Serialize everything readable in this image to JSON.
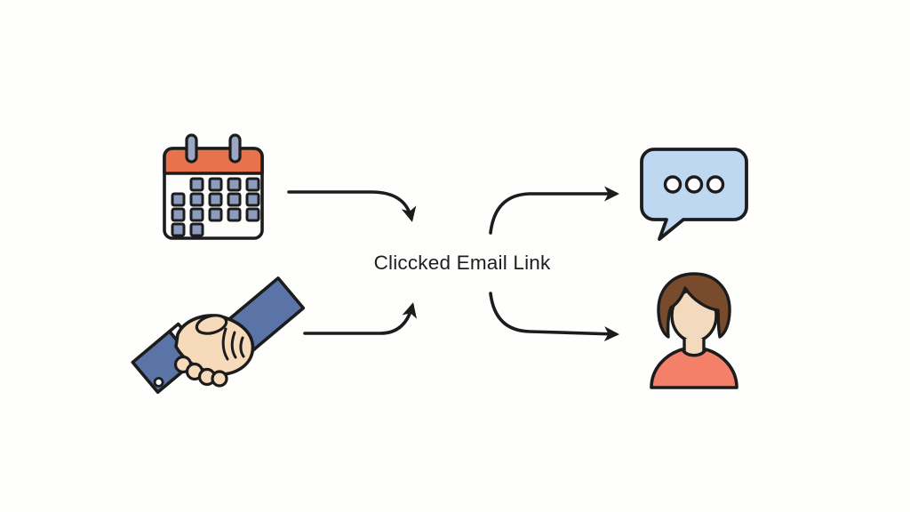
{
  "diagram": {
    "center_label": "Cliccked Email Link",
    "nodes": [
      {
        "id": "calendar",
        "icon": "calendar-icon",
        "position": "top-left"
      },
      {
        "id": "handshake",
        "icon": "handshake-icon",
        "position": "bottom-left"
      },
      {
        "id": "speech-bubble",
        "icon": "speech-bubble-icon",
        "position": "top-right"
      },
      {
        "id": "person",
        "icon": "person-icon",
        "position": "bottom-right"
      }
    ],
    "edges": [
      {
        "from": "calendar",
        "to": "center-label"
      },
      {
        "from": "handshake",
        "to": "center-label"
      },
      {
        "from": "center-label",
        "to": "speech-bubble"
      },
      {
        "from": "center-label",
        "to": "person"
      }
    ]
  },
  "colors": {
    "background": "#fefefd",
    "outline": "#1c1c1c",
    "text": "#1e1e1e",
    "calendar_body": "#fdfdfc",
    "calendar_header": "#e8724c",
    "calendar_ring": "#9aa6c4",
    "calendar_square": "#8c9cbe",
    "sleeve": "#5b74a8",
    "cuff": "#ffffff",
    "skin": "#f6dab9",
    "bubble": "#bed8f2",
    "dot": "#ffffff",
    "hair": "#774b2c",
    "person_skin": "#f3d9be",
    "shirt": "#f4806a"
  }
}
